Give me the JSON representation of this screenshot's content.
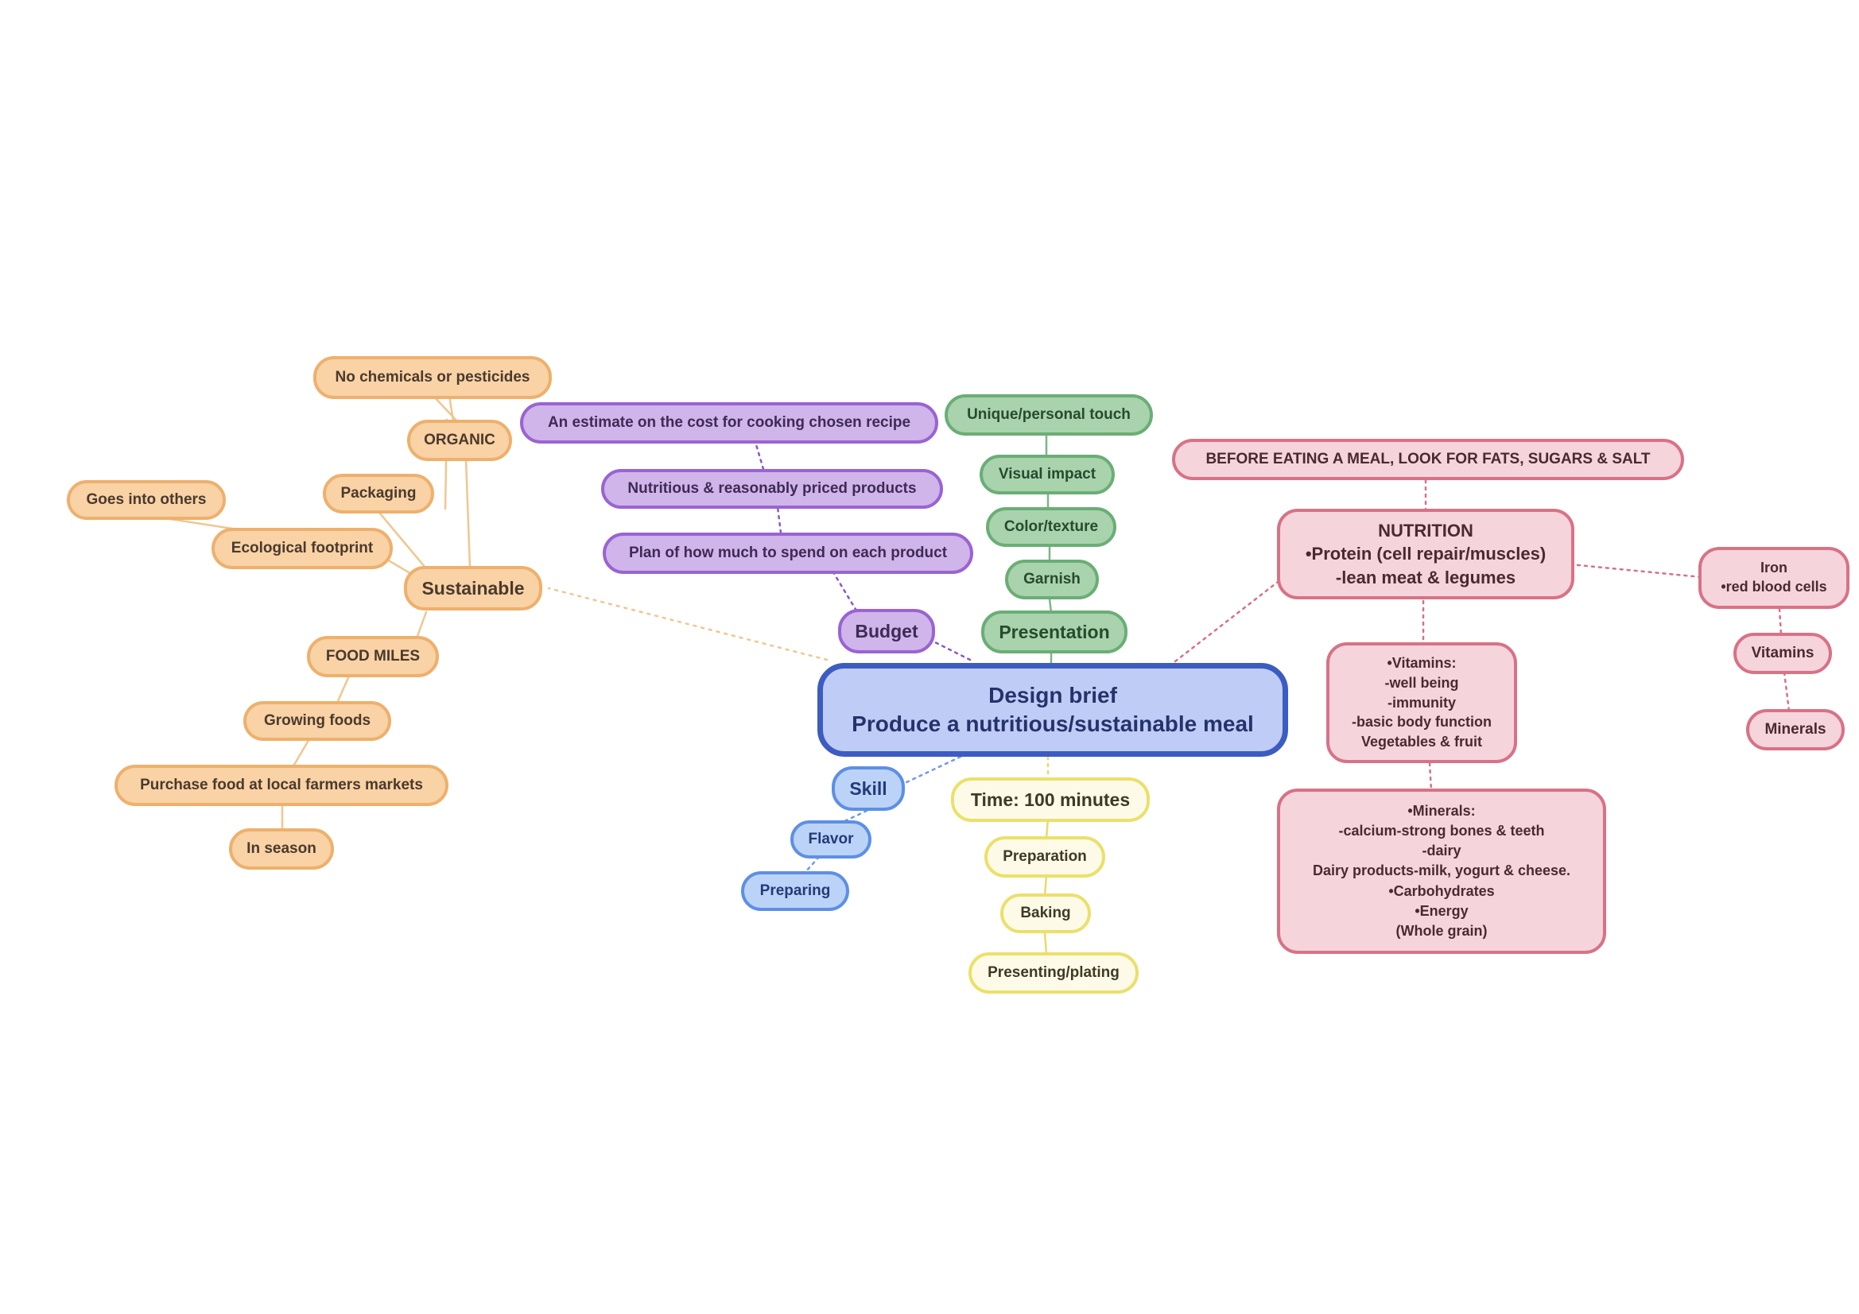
{
  "center": {
    "title": "Design brief",
    "subtitle": "Produce a nutritious/sustainable meal"
  },
  "sustainable": {
    "label": "Sustainable",
    "no_chemicals": "No chemicals or pesticides",
    "organic": "ORGANIC",
    "packaging": "Packaging",
    "goes_into_others": "Goes into others",
    "ecological_footprint": "Ecological footprint",
    "food_miles": "FOOD MILES",
    "growing_foods": "Growing foods",
    "purchase_local": "Purchase food at local farmers markets",
    "in_season": "In season"
  },
  "budget": {
    "label": "Budget",
    "estimate": "An estimate on the cost for cooking chosen recipe",
    "nutritious_priced": "Nutritious & reasonably priced products",
    "plan_spend": "Plan of how much to spend on each product"
  },
  "presentation": {
    "label": "Presentation",
    "unique_touch": "Unique/personal touch",
    "visual_impact": "Visual impact",
    "color_texture": "Color/texture",
    "garnish": "Garnish"
  },
  "nutrition": {
    "before_eating": "BEFORE EATING A MEAL, LOOK FOR FATS, SUGARS & SALT",
    "main": "NUTRITION\n•Protein (cell repair/muscles)\n-lean meat & legumes",
    "iron": "Iron\n•red blood cells",
    "vitamins_short": "Vitamins",
    "minerals_short": "Minerals",
    "vitamins_detail": "•Vitamins:\n-well being\n-immunity\n-basic body function\nVegetables & fruit",
    "minerals_detail": "•Minerals:\n-calcium-strong bones & teeth\n-dairy\nDairy products-milk, yogurt & cheese.\n•Carbohydrates\n•Energy\n(Whole grain)"
  },
  "skill": {
    "label": "Skill",
    "flavor": "Flavor",
    "preparing": "Preparing"
  },
  "time": {
    "label": "Time: 100 minutes",
    "preparation": "Preparation",
    "baking": "Baking",
    "presenting": "Presenting/plating"
  },
  "colors": {
    "orange_link": "#f0c690",
    "purple_link": "#8b55d0",
    "green_link": "#7fb487",
    "red_link": "#d8708a",
    "blue_link": "#6f9be6",
    "yellow_link": "#e6da6e"
  }
}
